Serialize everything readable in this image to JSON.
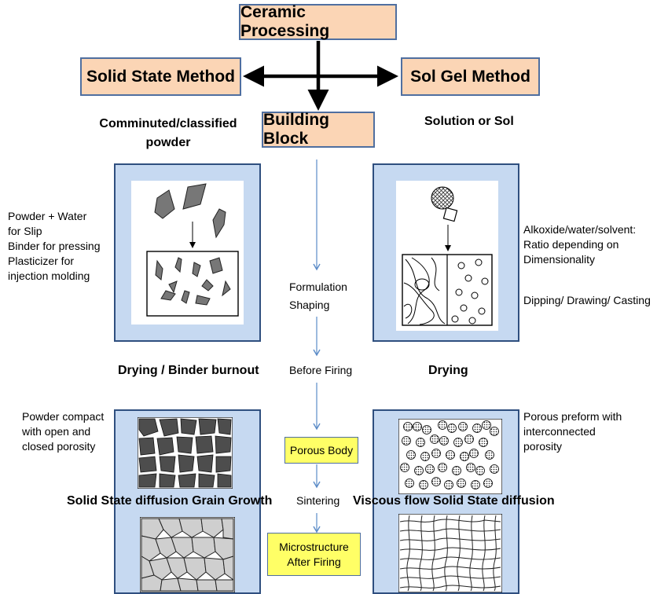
{
  "title": "Ceramic Processing",
  "left_method": "Solid State Method",
  "right_method": "Sol Gel Method",
  "center_block": "Building Block",
  "left_input": {
    "line1": "Comminuted/classified",
    "line2": "powder"
  },
  "right_input": "Solution or Sol",
  "left_notes": [
    "Powder + Water",
    "for Slip",
    "Binder for pressing",
    "Plasticizer for",
    "injection molding"
  ],
  "right_notes": [
    "Alkoxide/water/solvent:",
    "Ratio depending on",
    "Dimensionality"
  ],
  "right_notes_2": "Dipping/ Drawing/ Casting",
  "center_steps": {
    "formulation": "Formulation",
    "shaping": "Shaping",
    "before_firing": "Before Firing",
    "sintering": "Sintering"
  },
  "left_stage": "Drying / Binder burnout",
  "right_stage": "Drying",
  "left_compact_notes": [
    "Powder compact",
    "with open and",
    "closed porosity"
  ],
  "right_compact_notes": [
    "Porous preform with",
    "interconnected",
    "porosity"
  ],
  "porous_body": "Porous Body",
  "microstructure": {
    "line1": "Microstructure",
    "line2": "After Firing"
  },
  "left_sinter": "Solid State diffusion Grain Growth",
  "right_sinter": "Viscous flow Solid State diffusion",
  "colors": {
    "header_fill": "#fbd5b5",
    "header_border": "#4f6fa0",
    "panel_fill": "#c6d9f1",
    "panel_border": "#2f4f7f",
    "flow_arrow": "#5b8bc7",
    "highlight_fill": "#ffff66"
  }
}
